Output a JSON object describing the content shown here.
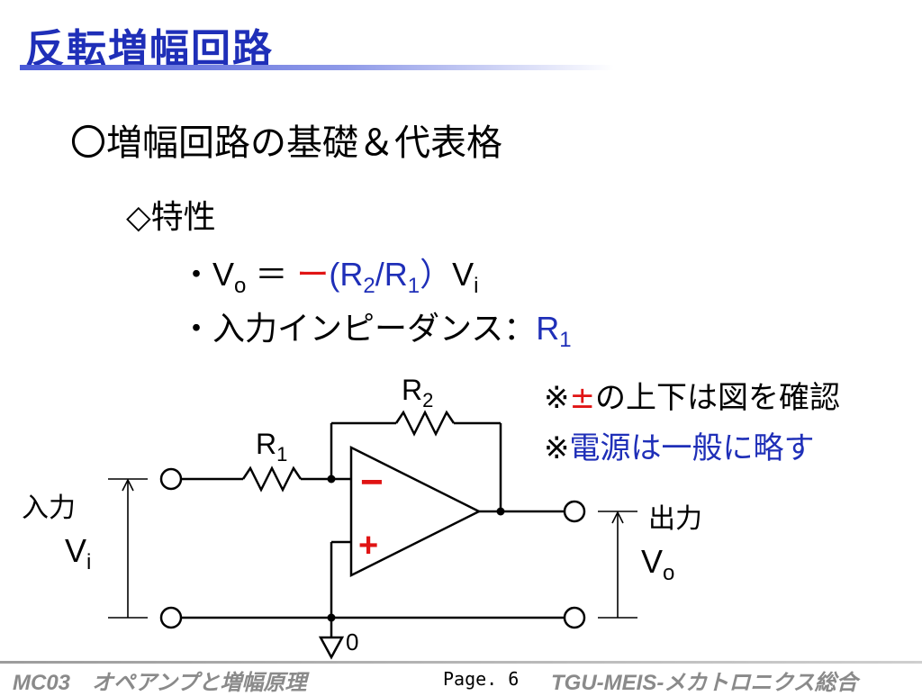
{
  "slide": {
    "title": "反転増幅回路",
    "heading": "〇増幅回路の基礎＆代表格",
    "subheading": "◇特性"
  },
  "properties": {
    "gain_prefix": "・V",
    "gain_vo_sub": "o",
    "gain_equals": " ＝ ",
    "gain_minus": "ー",
    "gain_open": "(R",
    "gain_r2_sub": "2",
    "gain_slash": "/R",
    "gain_r1_sub": "1",
    "gain_close": "）",
    "gain_vi": "V",
    "gain_vi_sub": "i",
    "impedance_label": "・入力インピーダンス：",
    "impedance_r": "R",
    "impedance_sub": "1"
  },
  "notes": {
    "note1_mark": "※",
    "note1_pm": "±",
    "note1_text": "の上下は図を確認",
    "note2_mark": "※",
    "note2_text": "電源は一般に略す"
  },
  "circuit": {
    "r1": "R",
    "r1_sub": "1",
    "r2": "R",
    "r2_sub": "2",
    "minus": "−",
    "plus": "+",
    "input_label": "入力",
    "vi": "V",
    "vi_sub": "i",
    "output_label": "出力",
    "vo": "V",
    "vo_sub": "o",
    "ground_label": "0"
  },
  "footer": {
    "left": "MC03　オペアンプと増幅原理",
    "page": "Page. 6",
    "right": "TGU-MEIS-メカトロニクス総合"
  },
  "colors": {
    "title": "#1f2fb8",
    "accent_red": "#e01414",
    "accent_blue": "#1f2fb8",
    "footer": "#8a8a8a"
  }
}
